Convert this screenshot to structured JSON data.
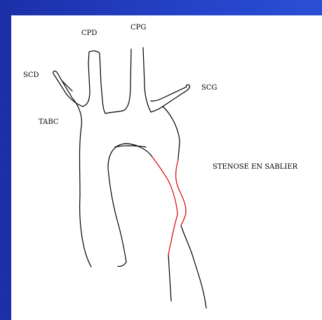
{
  "colors": {
    "background": "#1f3cbf",
    "panel": "#ffffff",
    "outline": "#000000",
    "stenosis": "#e00000"
  },
  "labels": {
    "cpd": "CPD",
    "cpg": "CPG",
    "scd": "SCD",
    "scg": "SCG",
    "tabc": "TABC",
    "stenosis": "STENOSE EN SABLIER"
  }
}
